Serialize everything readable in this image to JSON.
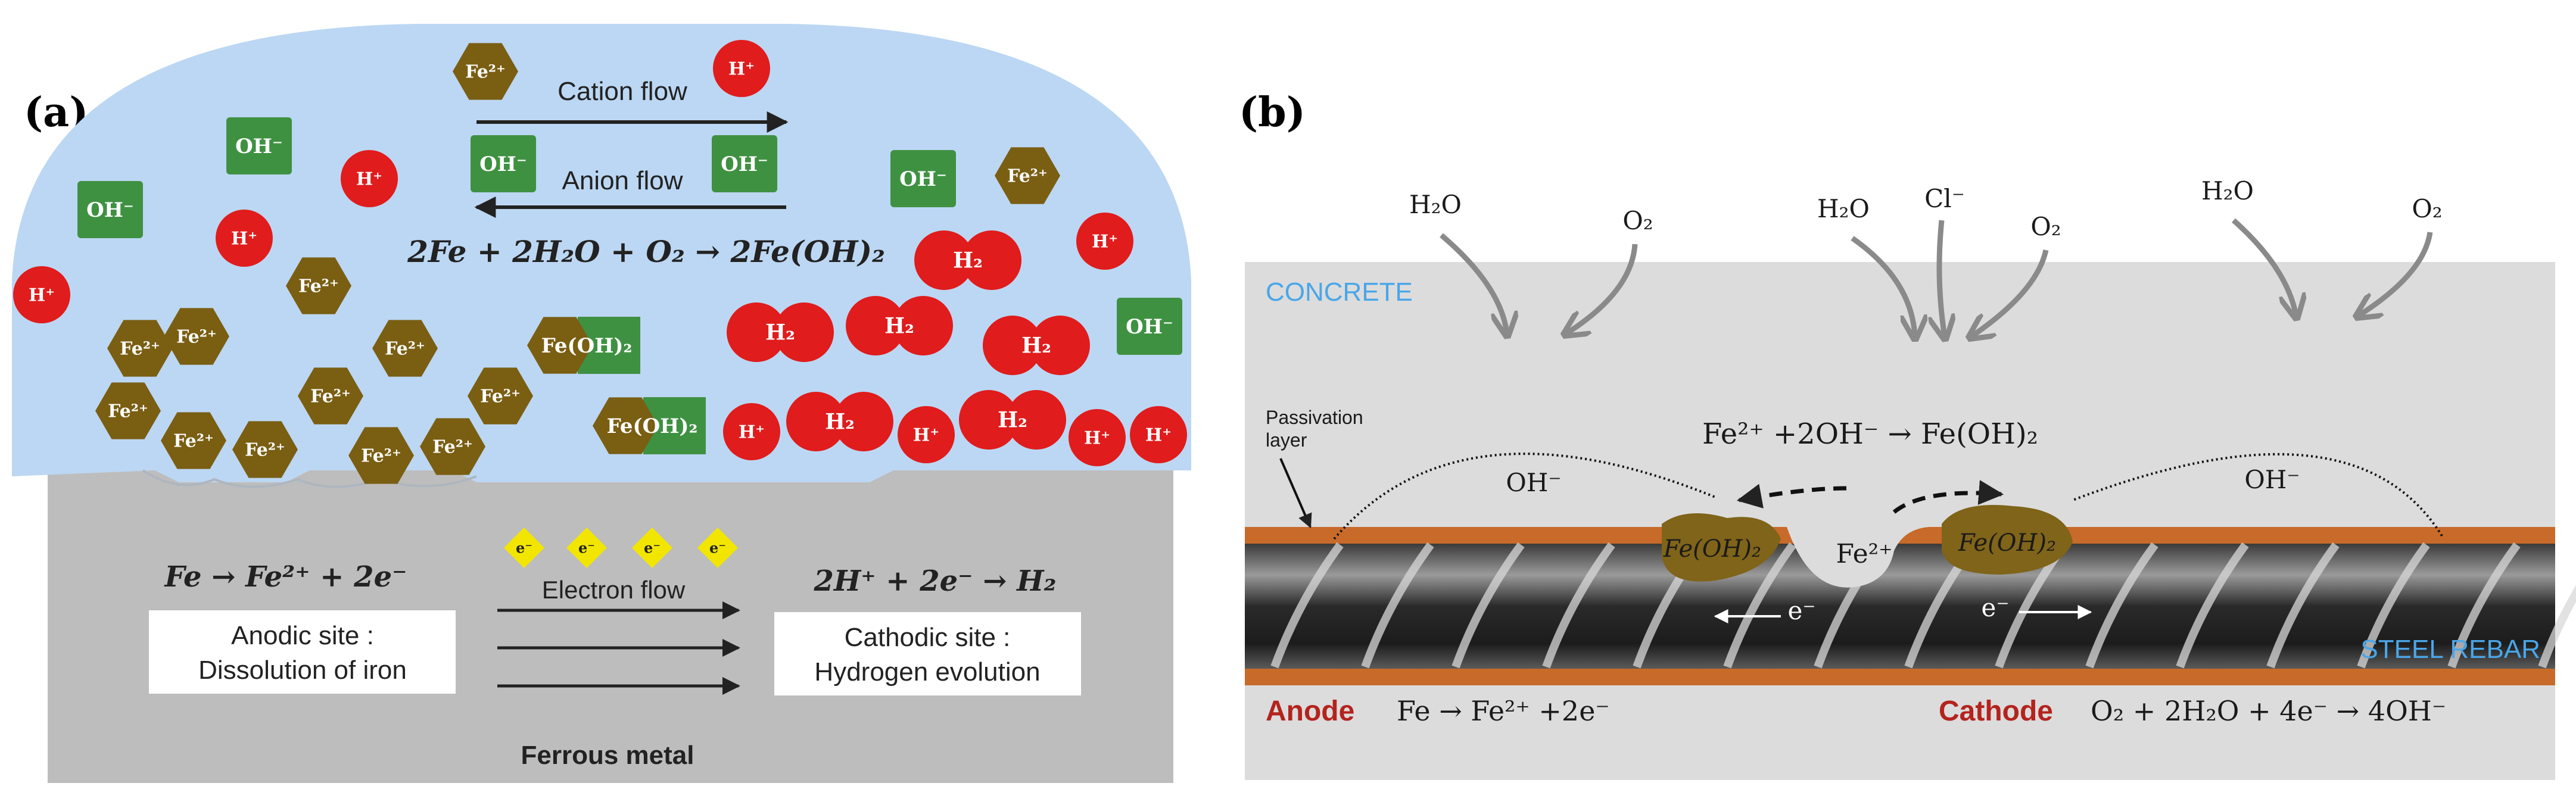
{
  "panel_a": {
    "label": "(a)",
    "cation_flow": "Cation flow",
    "anion_flow": "Anion flow",
    "reaction": "2Fe + 2H₂O + O₂ → 2Fe(OH)₂",
    "electron_flow": "Electron flow",
    "anodic_reaction": "Fe → Fe²⁺ + 2e⁻",
    "anodic_line1": "Anodic site :",
    "anodic_line2": "Dissolution of iron",
    "cathodic_reaction": "2H⁺ + 2e⁻ → H₂",
    "cathodic_line1": "Cathodic site :",
    "cathodic_line2": "Hydrogen evolution",
    "metal_label": "Ferrous metal",
    "species": {
      "fe": "Fe²⁺",
      "h": "H⁺",
      "oh": "OH⁻",
      "h2": "H₂",
      "feoh": "Fe(OH)₂",
      "e": "e⁻"
    }
  },
  "panel_b": {
    "label": "(b)",
    "concrete": "CONCRETE",
    "steel": "STEEL REBAR",
    "passivation_line1": "Passivation",
    "passivation_line2": "layer",
    "h2o": "H₂O",
    "o2": "O₂",
    "cl": "Cl⁻",
    "reaction": "Fe²⁺ +2OH⁻ → Fe(OH)₂",
    "oh": "OH⁻",
    "fe": "Fe²⁺",
    "feoh": "Fe(OH)₂",
    "e": "e⁻",
    "anode_word": "Anode",
    "anode_reaction": "Fe → Fe²⁺ +2e⁻",
    "cathode_word": "Cathode",
    "cathode_reaction": "O₂ + 2H₂O + 4e⁻ → 4OH⁻"
  },
  "colors": {
    "electrolyte": "#bcd7f3",
    "metal": "#bdbdbd",
    "fe_ion": "#7a5e12",
    "h_ion": "#e01c1c",
    "oh_ion": "#3f9142",
    "electron": "#f2e600",
    "concrete": "#dcdcdc",
    "rust_layer": "#c86a2a",
    "rust_product": "#7f6419",
    "anode_red": "#b4231d",
    "concrete_blue": "#4aa6e8"
  }
}
